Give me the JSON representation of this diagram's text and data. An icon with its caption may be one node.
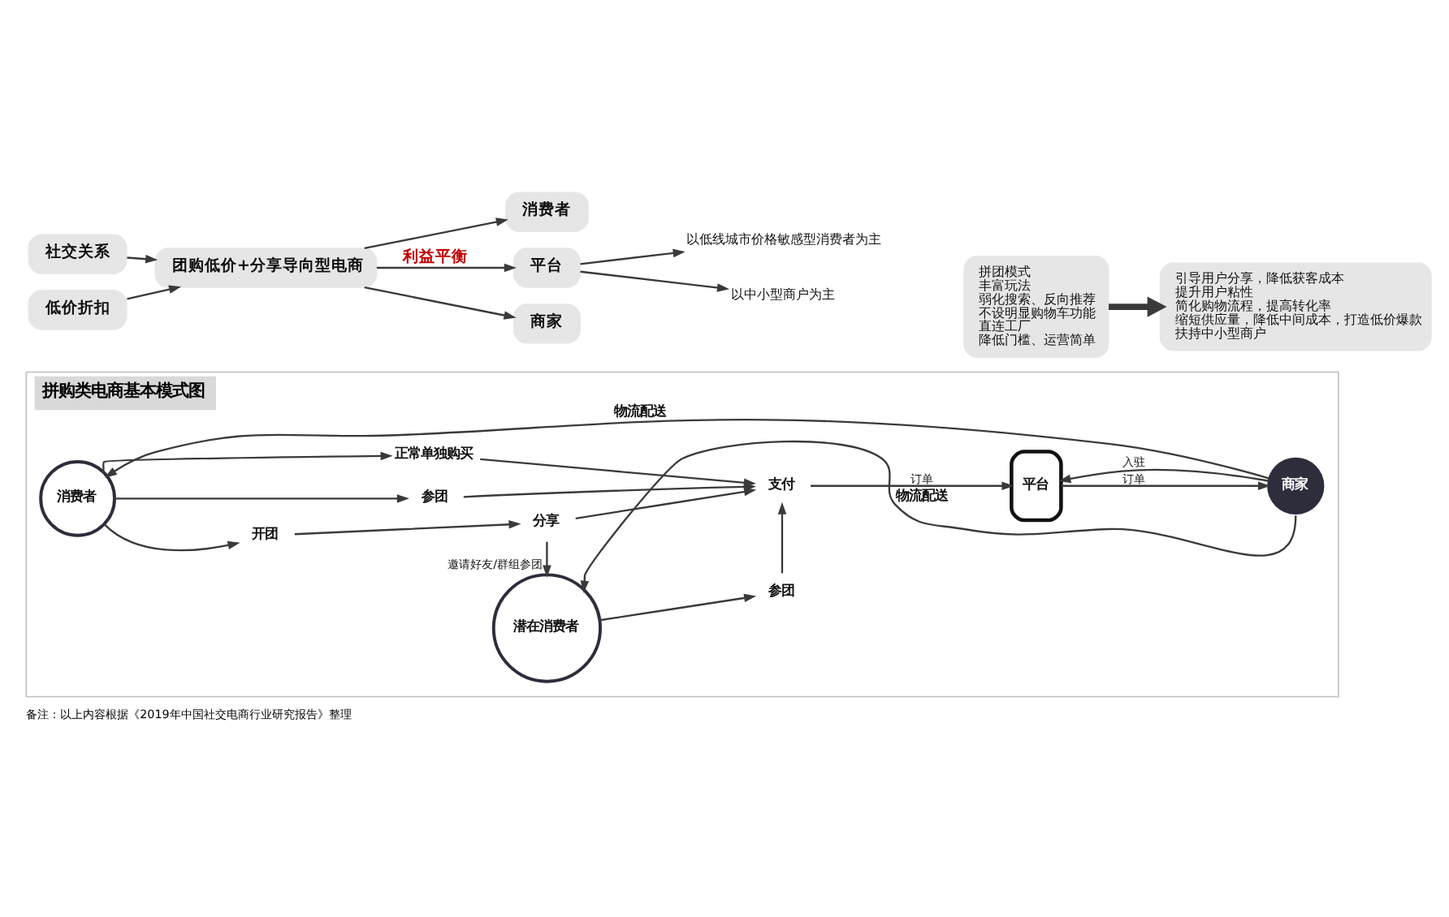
{
  "diagram": {
    "caption": "备注：以上内容根据《2019年中国社交电商行业研究报告》整理",
    "nodes": [
      {
        "text": [
          "社交关系"
        ]
      },
      {
        "text": [
          "低价折扣"
        ]
      },
      {
        "text": [
          "团购低价+分享导向型电商"
        ]
      },
      {
        "text": [
          "消费者"
        ]
      },
      {
        "text": [
          "以低线城市价格敏感型消费者为主"
        ]
      },
      {
        "text": [
          "平台"
        ]
      },
      {
        "text": [
          "商家"
        ]
      },
      {
        "text": [
          "以中小型商户为主"
        ]
      },
      {
        "text": [
          "拼团模式",
          "丰富玩法",
          "弱化搜索、反向推荐",
          "不设明显购物车功能",
          "直连工厂",
          "降低门槛、运营简单"
        ]
      },
      {
        "text": [
          "引导用户分享，降低获客成本",
          "提升用户粘性",
          "简化购物流程，提高转化率",
          "缩短供应量，降低中间成本，打造低价爆款",
          "扶持中小型商户"
        ]
      },
      {
        "text": [
          "拼购类电商基本模式图"
        ]
      },
      {
        "text": [
          "消费者"
        ],
        "in": 10
      },
      {
        "text": [
          "正常单独购买"
        ],
        "in": 10
      },
      {
        "text": [
          "参团"
        ],
        "in": 10
      },
      {
        "text": [
          "开团"
        ],
        "in": 10
      },
      {
        "text": [
          "分享"
        ],
        "in": 10
      },
      {
        "text": [
          "支付"
        ],
        "in": 10
      },
      {
        "text": [
          "潜在消费者"
        ],
        "in": 10
      },
      {
        "text": [
          "参团"
        ],
        "in": 10
      },
      {
        "text": [
          "平台"
        ],
        "in": 10
      },
      {
        "text": [
          "商家"
        ],
        "in": 10
      }
    ],
    "edges": [
      {
        "from": 0,
        "to": 2,
        "arrow": "to"
      },
      {
        "from": 1,
        "to": 2,
        "arrow": "to"
      },
      {
        "from": 2,
        "to": 3,
        "arrow": "to"
      },
      {
        "from": 2,
        "to": 5,
        "arrow": "to",
        "label": "利益平衡"
      },
      {
        "from": 2,
        "to": 6,
        "arrow": "to"
      },
      {
        "from": 5,
        "to": 4,
        "arrow": "to"
      },
      {
        "from": 5,
        "to": 7,
        "arrow": "to"
      },
      {
        "from": 8,
        "to": 9,
        "arrow": "to",
        "style": "thick"
      },
      {
        "from": 20,
        "to": 11,
        "arrow": "to",
        "label": "物流配送"
      },
      {
        "from": 11,
        "to": 12,
        "arrow": "to"
      },
      {
        "from": 11,
        "to": 13,
        "arrow": "to"
      },
      {
        "from": 11,
        "to": 14,
        "arrow": "to"
      },
      {
        "from": 12,
        "to": 16,
        "arrow": "to"
      },
      {
        "from": 13,
        "to": 16,
        "arrow": "to"
      },
      {
        "from": 14,
        "to": 15,
        "arrow": "to"
      },
      {
        "from": 15,
        "to": 16,
        "arrow": "to"
      },
      {
        "from": 15,
        "to": 17,
        "arrow": "to",
        "label": "邀请好友/群组参团"
      },
      {
        "from": 17,
        "to": 18,
        "arrow": "to"
      },
      {
        "from": 18,
        "to": 16,
        "arrow": "to"
      },
      {
        "from": 16,
        "to": 19,
        "arrow": "to",
        "label": "订单"
      },
      {
        "from": 19,
        "to": 20,
        "arrow": "to",
        "label": "订单"
      },
      {
        "from": 20,
        "to": 19,
        "arrow": "to",
        "label": "入驻"
      },
      {
        "from": 20,
        "to": 17,
        "arrow": "to",
        "label": "物流配送"
      }
    ]
  }
}
